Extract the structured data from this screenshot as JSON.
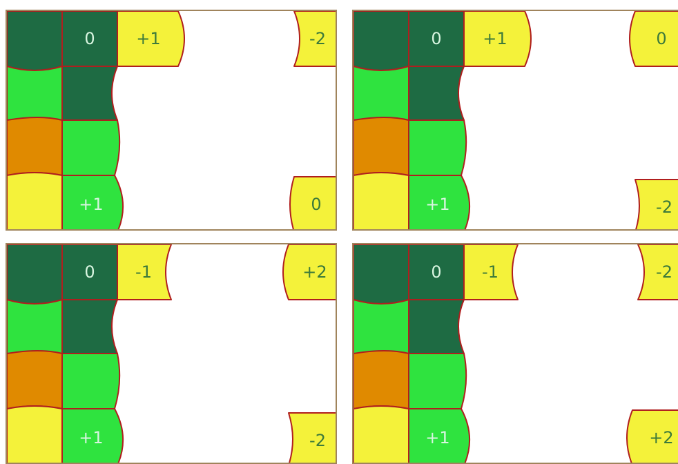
{
  "panels": [
    {
      "id": "top-left",
      "col_b_top": "0",
      "col_b_bottom": "+1",
      "edge_tile": "+1",
      "corner_top": "-2",
      "corner_bottom": "0",
      "corner_top_shape": "concave",
      "corner_bottom_shape": "convex"
    },
    {
      "id": "top-right",
      "col_b_top": "0",
      "col_b_bottom": "+1",
      "edge_tile": "+1",
      "corner_top": "0",
      "corner_bottom": "-2",
      "corner_top_shape": "convex",
      "corner_bottom_shape": "concave"
    },
    {
      "id": "bottom-left",
      "col_b_top": "0",
      "col_b_bottom": "+1",
      "edge_tile": "-1",
      "corner_top": "+2",
      "corner_bottom": "-2",
      "corner_top_shape": "convex",
      "corner_bottom_shape": "concave"
    },
    {
      "id": "bottom-right",
      "col_b_top": "0",
      "col_b_bottom": "+1",
      "edge_tile": "-1",
      "corner_top": "-2",
      "corner_bottom": "+2",
      "corner_top_shape": "concave",
      "corner_bottom_shape": "convex"
    }
  ],
  "colors": {
    "dark_green": "#1e6b43",
    "light_green": "#2fe33f",
    "orange": "#e08a00",
    "yellow": "#f4f23a",
    "outline": "#b01e1e",
    "frame": "#a0845c"
  }
}
